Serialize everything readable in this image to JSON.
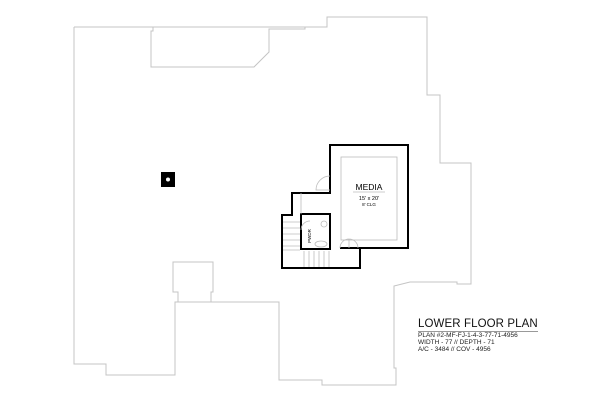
{
  "plan": {
    "title": "LOWER FLOOR PLAN",
    "plan_number": "PLAN #2-MF-FJ-1-4-3-77-71-4956",
    "dimensions": "WIDTH - 77 // DEPTH - 71",
    "areas": "A/C - 3484 // COV - 4956"
  },
  "rooms": {
    "media": {
      "name": "MEDIA",
      "size": "15' x 20'",
      "ceiling": "8' CLG"
    },
    "powder": {
      "name": "PWDR"
    }
  }
}
